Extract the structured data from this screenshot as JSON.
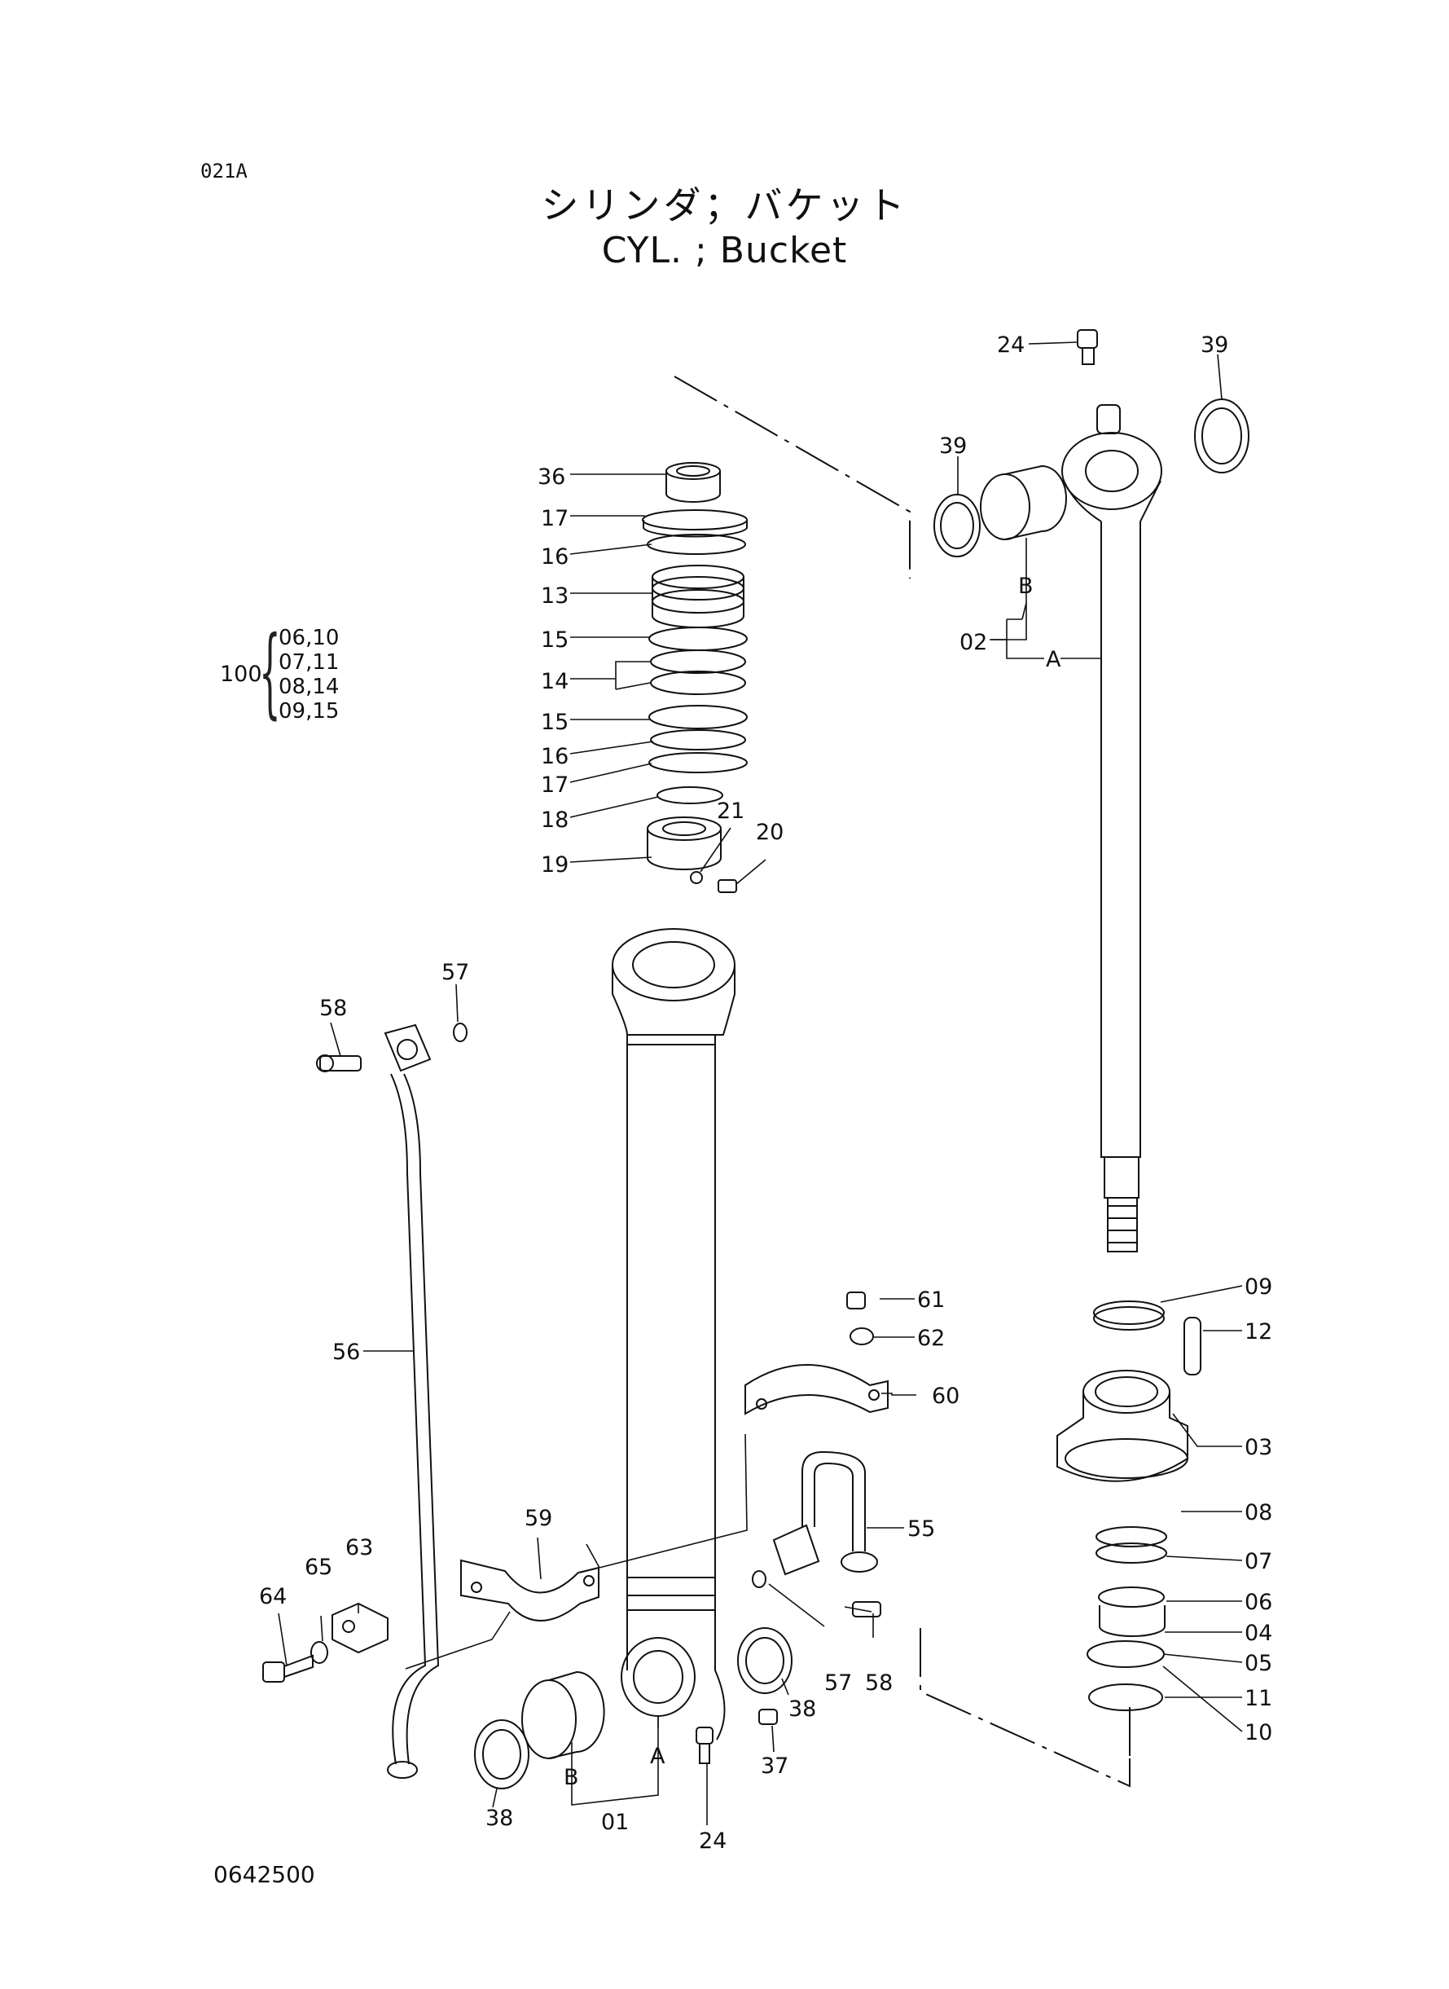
{
  "page_code": "021A",
  "doc_code": "0642500",
  "title_jp": "シリンダ；バケット",
  "title_en": "CYL. ; Bucket",
  "kit": {
    "label": "100",
    "items": [
      "06,10",
      "07,11",
      "08,14",
      "09,15"
    ]
  },
  "callouts": {
    "c36": "36",
    "c17a": "17",
    "c16a": "16",
    "c13": "13",
    "c15a": "15",
    "c14": "14",
    "c15b": "15",
    "c16b": "16",
    "c17b": "17",
    "c18": "18",
    "c19": "19",
    "c21": "21",
    "c20": "20",
    "c24a": "24",
    "c39a": "39",
    "c39b": "39",
    "cBrod": "B",
    "c02": "02",
    "cArod": "A",
    "c58a": "58",
    "c57a": "57",
    "c56": "56",
    "c61": "61",
    "c62": "62",
    "c60": "60",
    "c09": "09",
    "c12": "12",
    "c03": "03",
    "c55": "55",
    "c59": "59",
    "c63": "63",
    "c64": "64",
    "c65": "65",
    "c08": "08",
    "c07": "07",
    "c06": "06",
    "c04": "04",
    "c05": "05",
    "c11": "11",
    "c10": "10",
    "c57b": "57",
    "c58b": "58",
    "c38a": "38",
    "c38b": "38",
    "c37": "37",
    "cBtube": "B",
    "cAtube": "A",
    "c01": "01",
    "c24b": "24"
  }
}
